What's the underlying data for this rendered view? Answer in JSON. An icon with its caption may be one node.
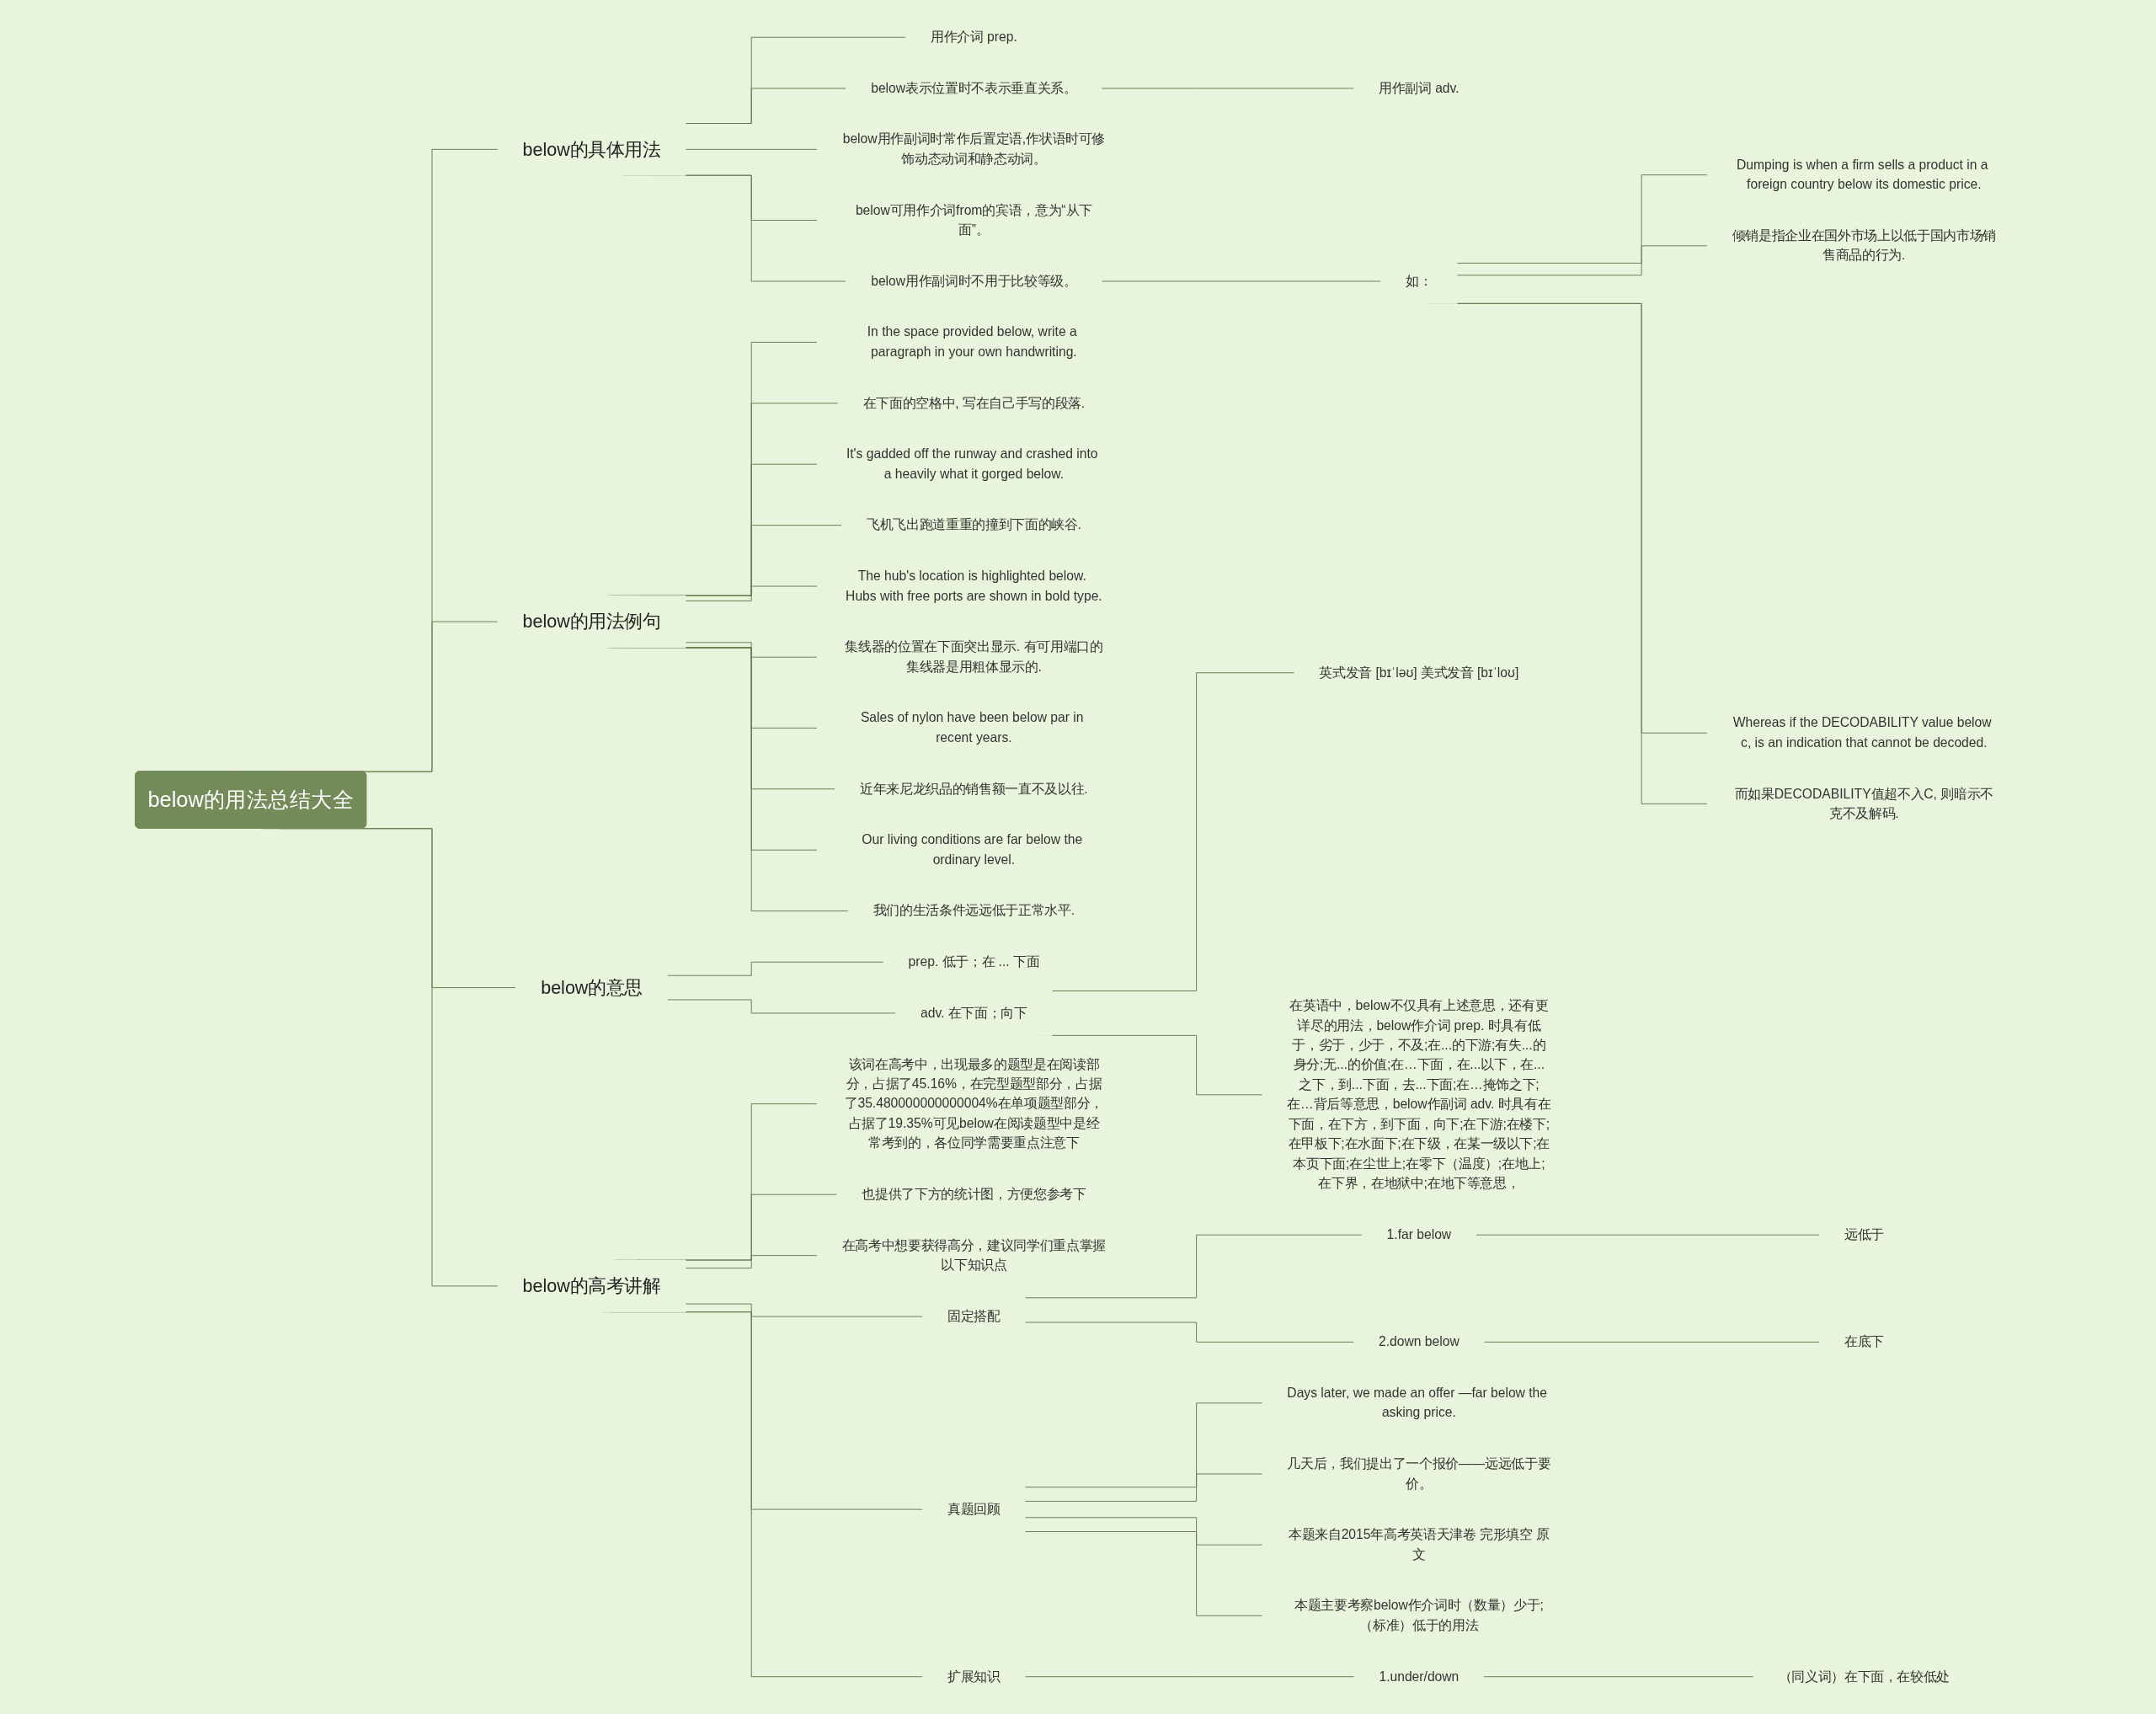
{
  "diagram": {
    "nodes": [
      {
        "text": [
          "below的用法总结大全"
        ]
      },
      {
        "text": [
          "below的具体用法"
        ]
      },
      {
        "text": [
          "用作介词 prep."
        ]
      },
      {
        "text": [
          "below表示位置时不表示垂直关系。"
        ]
      },
      {
        "text": [
          "用作副词 adv."
        ]
      },
      {
        "text": [
          "below用作副词时常作后置定语,作状语时可修饰动态动词和静态动词。"
        ]
      },
      {
        "text": [
          "below可用作介词from的宾语，意为“从下面”。"
        ]
      },
      {
        "text": [
          "below用作副词时不用于比较等级。"
        ]
      },
      {
        "text": [
          "如："
        ]
      },
      {
        "text": [
          "Dumping is when a firm sells a product in a foreign country below its domestic price."
        ]
      },
      {
        "text": [
          "倾销是指企业在国外市场上以低于国内市场销售商品的行为."
        ]
      },
      {
        "text": [
          "Whereas if the DECODABILITY value below c, is an indication that cannot be decoded."
        ]
      },
      {
        "text": [
          "而如果DECODABILITY值超不入C, 则暗示不克不及解码."
        ]
      },
      {
        "text": [
          "below的用法例句"
        ]
      },
      {
        "text": [
          "In the space provided below, write a paragraph in your own handwriting."
        ]
      },
      {
        "text": [
          "在下面的空格中, 写在自己手写的段落."
        ]
      },
      {
        "text": [
          "It's gadded off the runway and crashed into a heavily what it gorged below."
        ]
      },
      {
        "text": [
          "飞机飞出跑道重重的撞到下面的峡谷."
        ]
      },
      {
        "text": [
          "The hub's location is highlighted below. Hubs with free ports are shown in bold type."
        ]
      },
      {
        "text": [
          "集线器的位置在下面突出显示. 有可用端口的集线器是用粗体显示的."
        ]
      },
      {
        "text": [
          "Sales of nylon have been below par in recent years."
        ]
      },
      {
        "text": [
          "近年来尼龙织品的销售额一直不及以往."
        ]
      },
      {
        "text": [
          "Our living conditions are far below the ordinary level."
        ]
      },
      {
        "text": [
          "我们的生活条件远远低于正常水平."
        ]
      },
      {
        "text": [
          "below的意思"
        ]
      },
      {
        "text": [
          "prep. 低于；在 ... 下面"
        ]
      },
      {
        "text": [
          "adv. 在下面；向下"
        ]
      },
      {
        "text": [
          "英式发音 [bɪˈləʊ] 美式发音 [bɪˈloʊ]"
        ]
      },
      {
        "text": [
          "在英语中，below不仅具有上述意思，还有更详尽的用法，below作介词 prep. 时具有低于，劣于，少于，不及;在...的下游;有失...的身分;无...的价值;在…下面，在...以下，在...之下，到...下面，去...下面;在…掩饰之下;在…背后等意思，below作副词 adv. 时具有在下面，在下方，到下面，向下;在下游;在楼下;在甲板下;在水面下;在下级，在某一级以下;在本页下面;在尘世上;在零下（温度）;在地上;在下界，在地狱中;在地下等意思，"
        ]
      },
      {
        "text": [
          "below的高考讲解"
        ]
      },
      {
        "text": [
          "该词在高考中，出现最多的题型是在阅读部分，占据了45.16%，在完型题型部分，占据了35.480000000000004%在单项题型部分，占据了19.35%可见below在阅读题型中是经常考到的，各位同学需要重点注意下"
        ]
      },
      {
        "text": [
          "也提供了下方的统计图，方便您参考下"
        ]
      },
      {
        "text": [
          "在高考中想要获得高分，建议同学们重点掌握以下知识点"
        ]
      },
      {
        "text": [
          "固定搭配"
        ]
      },
      {
        "text": [
          "1.far below"
        ]
      },
      {
        "text": [
          "远低于"
        ]
      },
      {
        "text": [
          "2.down below"
        ]
      },
      {
        "text": [
          "在底下"
        ]
      },
      {
        "text": [
          "真题回顾"
        ]
      },
      {
        "text": [
          "Days later, we made an offer —far below the asking price."
        ]
      },
      {
        "text": [
          "几天后，我们提出了一个报价——远远低于要价。"
        ]
      },
      {
        "text": [
          "本题来自2015年高考英语天津卷 完形填空 原文"
        ]
      },
      {
        "text": [
          "本题主要考察below作介词时（数量）少于;（标准）低于的用法"
        ]
      },
      {
        "text": [
          "扩展知识"
        ]
      },
      {
        "text": [
          "1.under/down"
        ]
      },
      {
        "text": [
          "（同义词）在下面，在较低处"
        ]
      }
    ],
    "edges": [
      {
        "from": 0,
        "to": 1,
        "arrow": "none"
      },
      {
        "from": 1,
        "to": 2,
        "arrow": "none"
      },
      {
        "from": 1,
        "to": 3,
        "arrow": "none"
      },
      {
        "from": 3,
        "to": 4,
        "arrow": "none"
      },
      {
        "from": 1,
        "to": 5,
        "arrow": "none"
      },
      {
        "from": 1,
        "to": 6,
        "arrow": "none"
      },
      {
        "from": 1,
        "to": 7,
        "arrow": "none"
      },
      {
        "from": 7,
        "to": 8,
        "arrow": "none"
      },
      {
        "from": 8,
        "to": 9,
        "arrow": "none"
      },
      {
        "from": 8,
        "to": 10,
        "arrow": "none"
      },
      {
        "from": 8,
        "to": 11,
        "arrow": "none"
      },
      {
        "from": 8,
        "to": 12,
        "arrow": "none"
      },
      {
        "from": 0,
        "to": 13,
        "arrow": "none"
      },
      {
        "from": 13,
        "to": 14,
        "arrow": "none"
      },
      {
        "from": 13,
        "to": 15,
        "arrow": "none"
      },
      {
        "from": 13,
        "to": 16,
        "arrow": "none"
      },
      {
        "from": 13,
        "to": 17,
        "arrow": "none"
      },
      {
        "from": 13,
        "to": 18,
        "arrow": "none"
      },
      {
        "from": 13,
        "to": 19,
        "arrow": "none"
      },
      {
        "from": 13,
        "to": 20,
        "arrow": "none"
      },
      {
        "from": 13,
        "to": 21,
        "arrow": "none"
      },
      {
        "from": 13,
        "to": 22,
        "arrow": "none"
      },
      {
        "from": 13,
        "to": 23,
        "arrow": "none"
      },
      {
        "from": 0,
        "to": 24,
        "arrow": "none"
      },
      {
        "from": 24,
        "to": 25,
        "arrow": "none"
      },
      {
        "from": 24,
        "to": 26,
        "arrow": "none"
      },
      {
        "from": 26,
        "to": 27,
        "arrow": "none"
      },
      {
        "from": 26,
        "to": 28,
        "arrow": "none"
      },
      {
        "from": 0,
        "to": 29,
        "arrow": "none"
      },
      {
        "from": 29,
        "to": 30,
        "arrow": "none"
      },
      {
        "from": 29,
        "to": 31,
        "arrow": "none"
      },
      {
        "from": 29,
        "to": 32,
        "arrow": "none"
      },
      {
        "from": 29,
        "to": 33,
        "arrow": "none"
      },
      {
        "from": 33,
        "to": 34,
        "arrow": "none"
      },
      {
        "from": 34,
        "to": 35,
        "arrow": "none"
      },
      {
        "from": 33,
        "to": 36,
        "arrow": "none"
      },
      {
        "from": 36,
        "to": 37,
        "arrow": "none"
      },
      {
        "from": 29,
        "to": 38,
        "arrow": "none"
      },
      {
        "from": 38,
        "to": 39,
        "arrow": "none"
      },
      {
        "from": 38,
        "to": 40,
        "arrow": "none"
      },
      {
        "from": 38,
        "to": 41,
        "arrow": "none"
      },
      {
        "from": 38,
        "to": 42,
        "arrow": "none"
      },
      {
        "from": 29,
        "to": 43,
        "arrow": "none"
      },
      {
        "from": 43,
        "to": 44,
        "arrow": "none"
      },
      {
        "from": 44,
        "to": 45,
        "arrow": "none"
      }
    ]
  }
}
